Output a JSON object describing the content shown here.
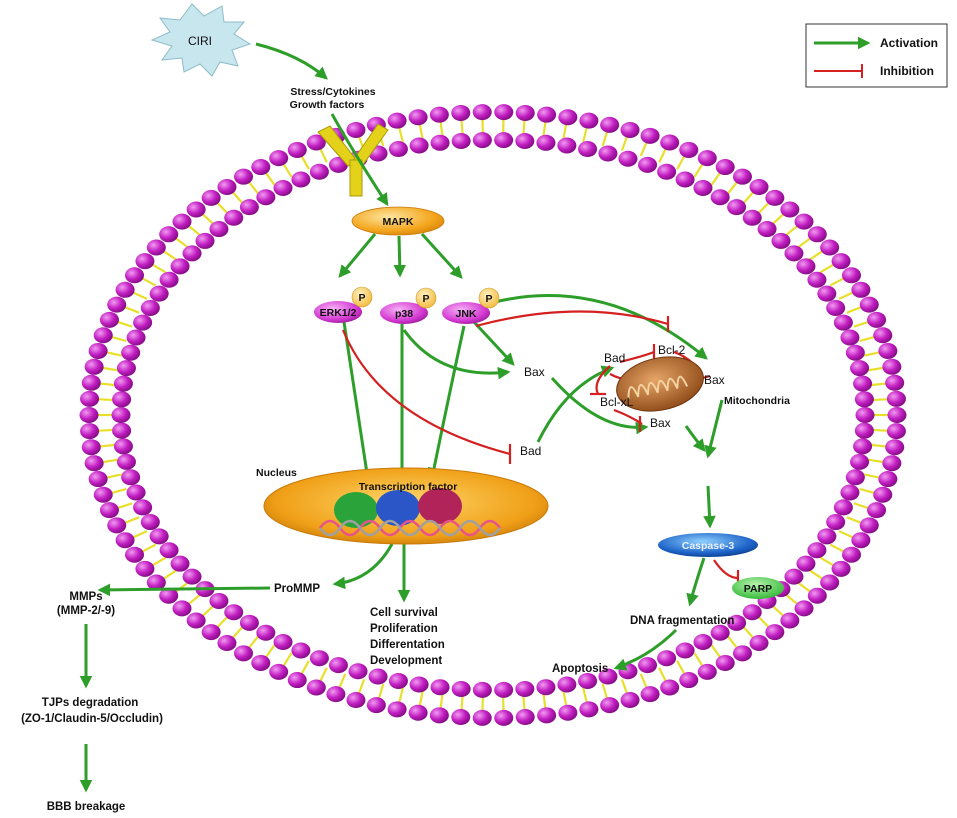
{
  "colors": {
    "activation": "#2e9e2a",
    "inhibition": "#d42020",
    "membrane_head": "#c21ec2",
    "membrane_tail": "#e8df2a",
    "mapk": "#f3a61d",
    "kinase": "#d53ad3",
    "phospho": "#f3c24a",
    "nucleus": "#f0a018",
    "mitochondria": "#a8612a",
    "caspase": "#1d63c8",
    "parp": "#37c23a",
    "ciri_burst": "#c7e6ee"
  },
  "legend": {
    "activation": "Activation",
    "inhibition": "Inhibition"
  },
  "labels": {
    "ciri": "CIRI",
    "stimulus_line1": "Stress/Cytokines",
    "stimulus_line2": "Growth factors",
    "mapk": "MAPK",
    "erk": "ERK1/2",
    "p38": "p38",
    "jnk": "JNK",
    "phospho": "P",
    "bax": "Bax",
    "bad_upper": "Bad",
    "bcl2": "Bcl-2",
    "bax_mito": "Bax",
    "bclxl": "Bcl-xL",
    "bax_lower": "Bax",
    "mitochondria": "Mitochondria",
    "bad_lower": "Bad",
    "nucleus": "Nucleus",
    "transcription_factor": "Transcription factor",
    "caspase3": "Caspase-3",
    "parp": "PARP",
    "dna_fragmentation": "DNA fragmentation",
    "apoptosis": "Apoptosis",
    "prommp": "ProMMP",
    "mmps_line1": "MMPs",
    "mmps_line2": "(MMP-2/-9)",
    "outcomes_line1": "Cell survival",
    "outcomes_line2": "Proliferation",
    "outcomes_line3": "Differentation",
    "outcomes_line4": "Development",
    "tjps_line1": "TJPs degradation",
    "tjps_line2": "(ZO-1/Claudin-5/Occludin)",
    "bbb": "BBB  breakage"
  }
}
